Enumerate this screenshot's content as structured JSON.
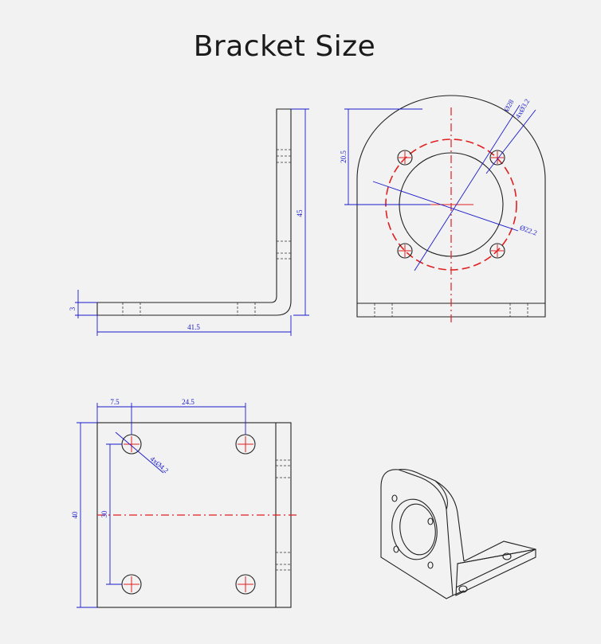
{
  "title": "Bracket Size",
  "dimensions": {
    "side_thickness": "3",
    "side_height": "45",
    "side_length": "41.5",
    "front_offset": "20.5",
    "front_bolt_circle": "Ø28",
    "front_holes": "4xØ3.2",
    "front_bore": "Ø22.2",
    "base_offset": "7.5",
    "base_spacing_x": "24.5",
    "base_height": "40",
    "base_spacing_y": "30",
    "base_holes": "4xØ4.2"
  },
  "colors": {
    "dimension": "#1a1acc",
    "centerline": "#e02020",
    "outline": "#222222"
  }
}
